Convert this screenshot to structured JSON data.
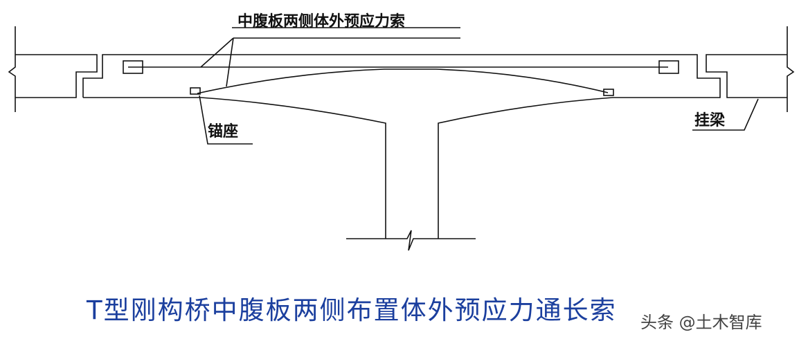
{
  "labels": {
    "tendon": "中腹板两侧体外预应力索",
    "anchor": "锚座",
    "suspended_beam": "挂梁"
  },
  "caption": "T型刚构桥中腹板两侧布置体外预应力通长索",
  "watermark": "头条 @土木智库",
  "colors": {
    "caption": "#1b3f9e",
    "lines": "#111111"
  }
}
